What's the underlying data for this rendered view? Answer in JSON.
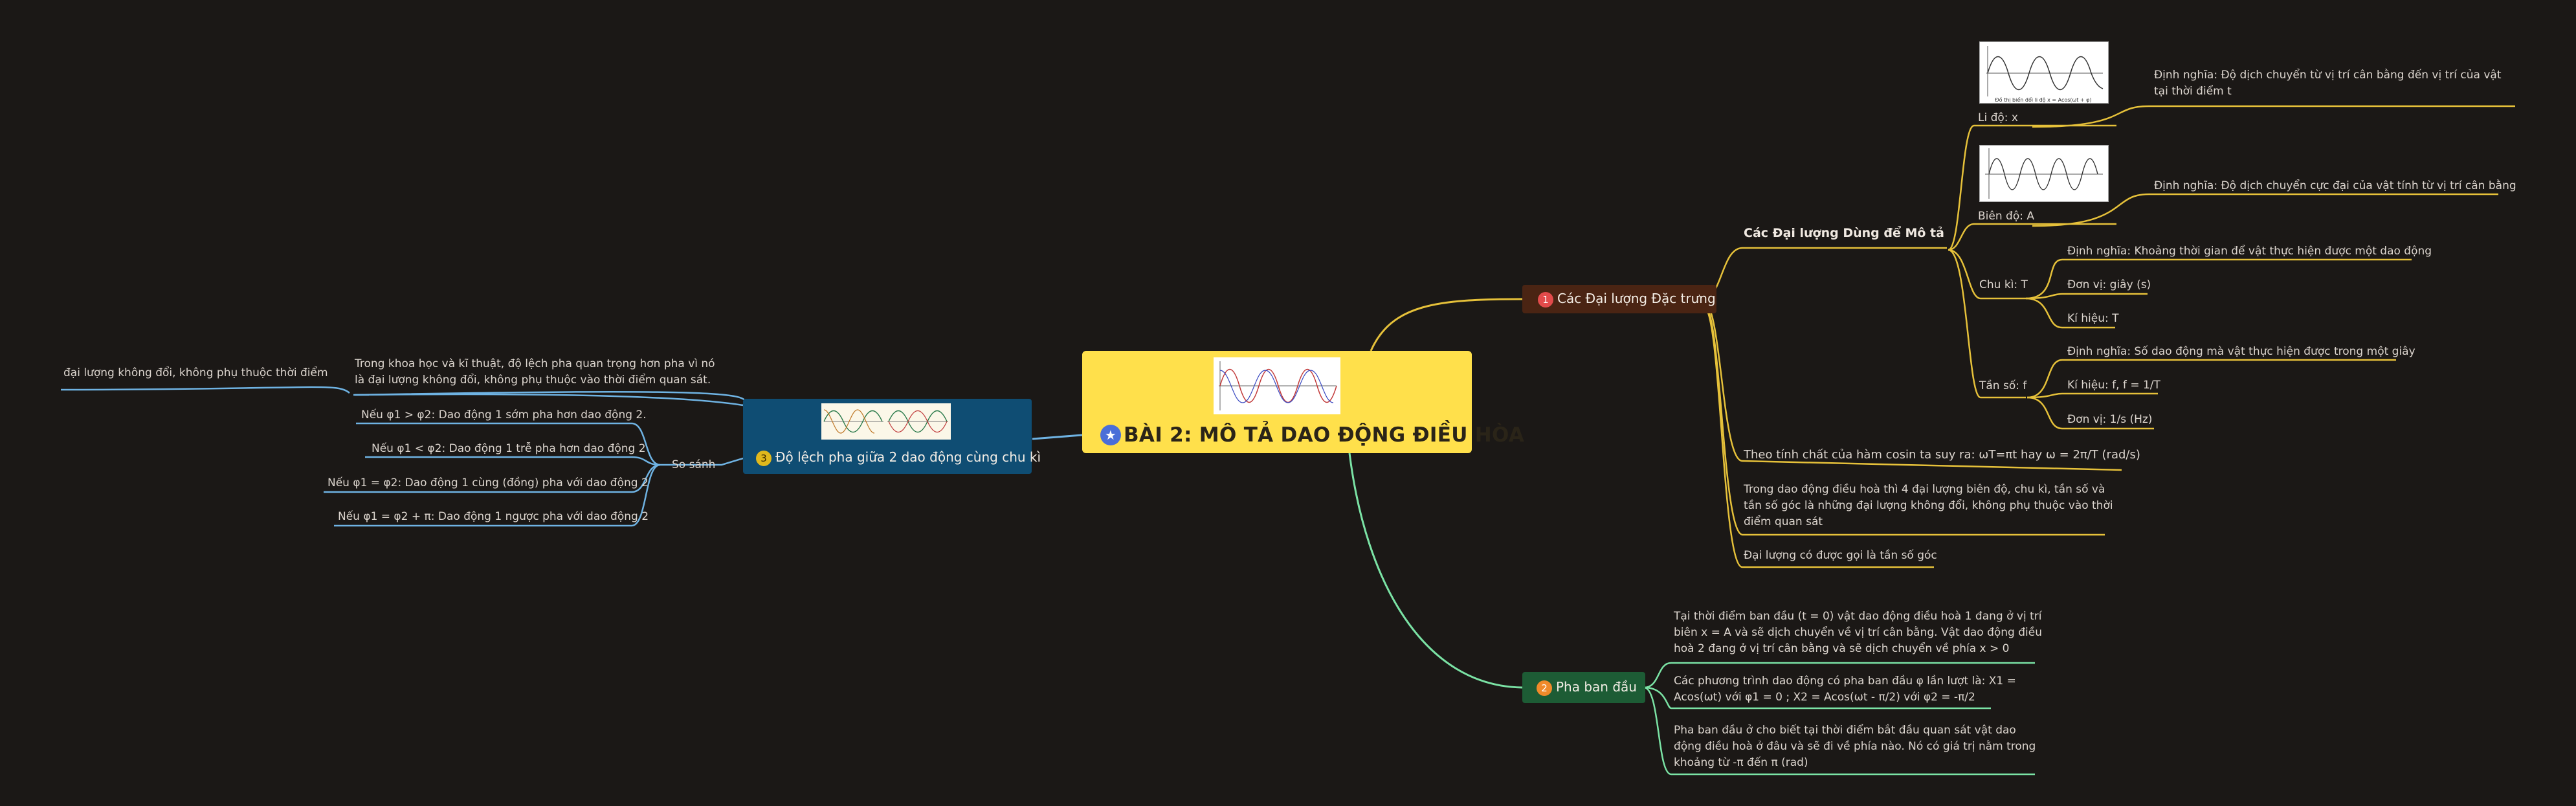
{
  "central": {
    "title": "BÀI 2: MÔ TẢ DAO ĐỘNG ĐIỀU HÒA",
    "icon": "star-icon",
    "color": "#ffe04b"
  },
  "b1": {
    "number": "1",
    "label": "Các Đại lượng Đặc trưng",
    "color": "#4a2413",
    "line_color": "#e6c13a",
    "group": {
      "label": "Các Đại lượng Dùng để Mô tả",
      "li_do": {
        "label": "Li độ: x",
        "def": "Định nghĩa: Độ dịch chuyển từ vị trí cân bằng đến vị trí của vật tại thời điểm t",
        "img_caption": "Đồ thị biến đổi li độ x = Acos(ωt + φ)"
      },
      "bien_do": {
        "label": "Biên độ: A",
        "def": "Định nghĩa: Độ dịch chuyển cực đại của vật tính từ vị trí cân bằng"
      },
      "chu_ki": {
        "label": "Chu kì: T",
        "def": "Định nghĩa: Khoảng thời gian để vật thực hiện được một dao động",
        "unit": "Đơn vị: giây (s)",
        "symbol": "Kí hiệu: T"
      },
      "tan_so": {
        "label": "Tần số: f",
        "def": "Định nghĩa: Số dao động mà vật thực hiện được trong một giây",
        "symbol": "Kí hiệu: f, f = 1/T",
        "unit": "Đơn vị: 1/s (Hz)"
      }
    },
    "cosin": "Theo tính chất của hàm cosin ta suy ra: ωT=πt hay ω = 2π/T (rad/s)",
    "note": "Trong dao động điều hoà thì 4 đại lượng biên độ, chu kì, tần số và tần số góc là những đại lượng không đổi, không phụ thuộc vào thời điểm quan sát",
    "omega": "Đại lượng có được gọi là tần số góc"
  },
  "b2": {
    "number": "2",
    "label": "Pha ban đầu",
    "color": "#1d5c35",
    "line_color": "#7be3a5",
    "t1": "Tại thời điểm ban đầu (t = 0) vật dao động điều hoà 1 đang ở vị trí biên x = A và sẽ dịch chuyển về vị trí cân bằng. Vật dao động điều hoà 2 đang ở vị trí cân bằng và sẽ dịch chuyển về phía x > 0",
    "t2": "Các phương trình dao động có pha ban đầu φ lần lượt là: X1 = Acos(ωt) với φ1 = 0 ; X2 = Acos(ωt - π/2) với φ2 = -π/2",
    "t3": "Pha ban đầu ở cho biết tại thời điểm bắt đầu quan sát vật dao động điều hoà ở đâu và sẽ đi về phía nào. Nó có giá trị nằm trong khoảng từ -π đến π (rad)"
  },
  "b3": {
    "number": "3",
    "label": "Độ lệch pha giữa 2 dao động cùng chu kì",
    "color": "#0f4d73",
    "line_color": "#6fb3e3",
    "science": "Trong khoa học và kĩ thuật, độ lệch pha quan trọng hơn pha vì nó là đại lượng không đổi, không phụ thuộc vào thời điểm quan sát.",
    "science_leaf": "đại lượng không đổi, không phụ thuộc thời điểm",
    "compare": "So sánh",
    "c1": "Nếu φ1 > φ2: Dao động 1 sớm pha hơn dao động 2.",
    "c2": "Nếu φ1 < φ2: Dao động 1 trễ pha hơn dao động 2",
    "c3": "Nếu φ1 = φ2: Dao động 1 cùng (đồng) pha với dao động 2",
    "c4": "Nếu φ1 = φ2 + π: Dao động 1 ngược pha với dao động 2"
  }
}
